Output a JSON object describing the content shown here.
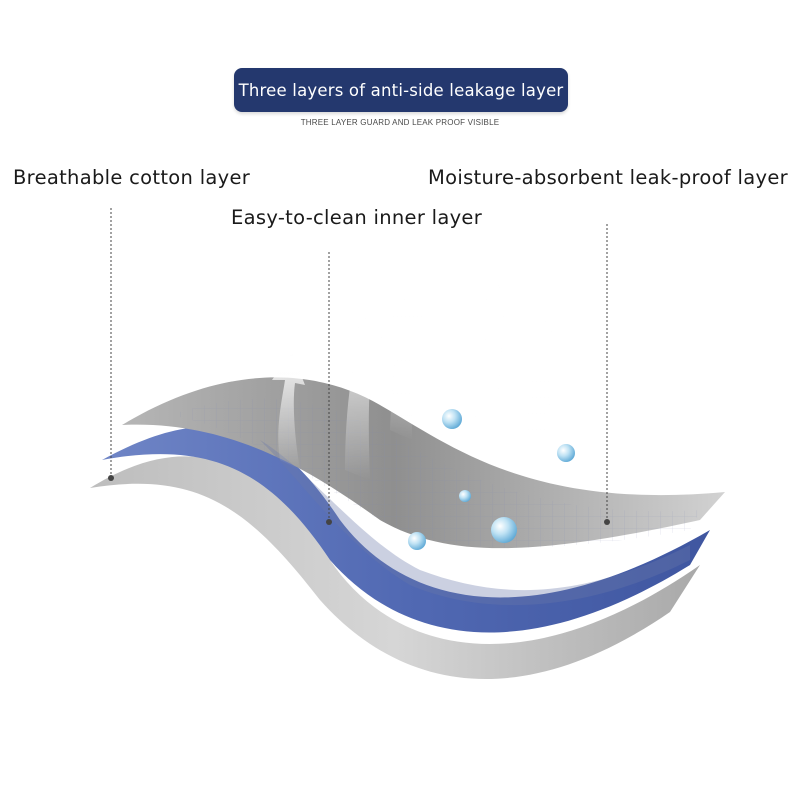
{
  "header": {
    "title": "Three layers of anti-side leakage layer",
    "subtitle": "THREE LAYER GUARD AND LEAK PROOF VISIBLE"
  },
  "labels": {
    "cotton": "Breathable cotton layer",
    "inner": "Easy-to-clean inner layer",
    "moisture": "Moisture-absorbent leak-proof layer"
  },
  "colors": {
    "title_bg": "#24386e",
    "blue_layer": "#5a70b4",
    "gray_layer": "#9c9c9c",
    "light_layer": "#c8c8c8"
  },
  "icons": [
    "up-arrow-icon",
    "water-droplet-icon"
  ]
}
